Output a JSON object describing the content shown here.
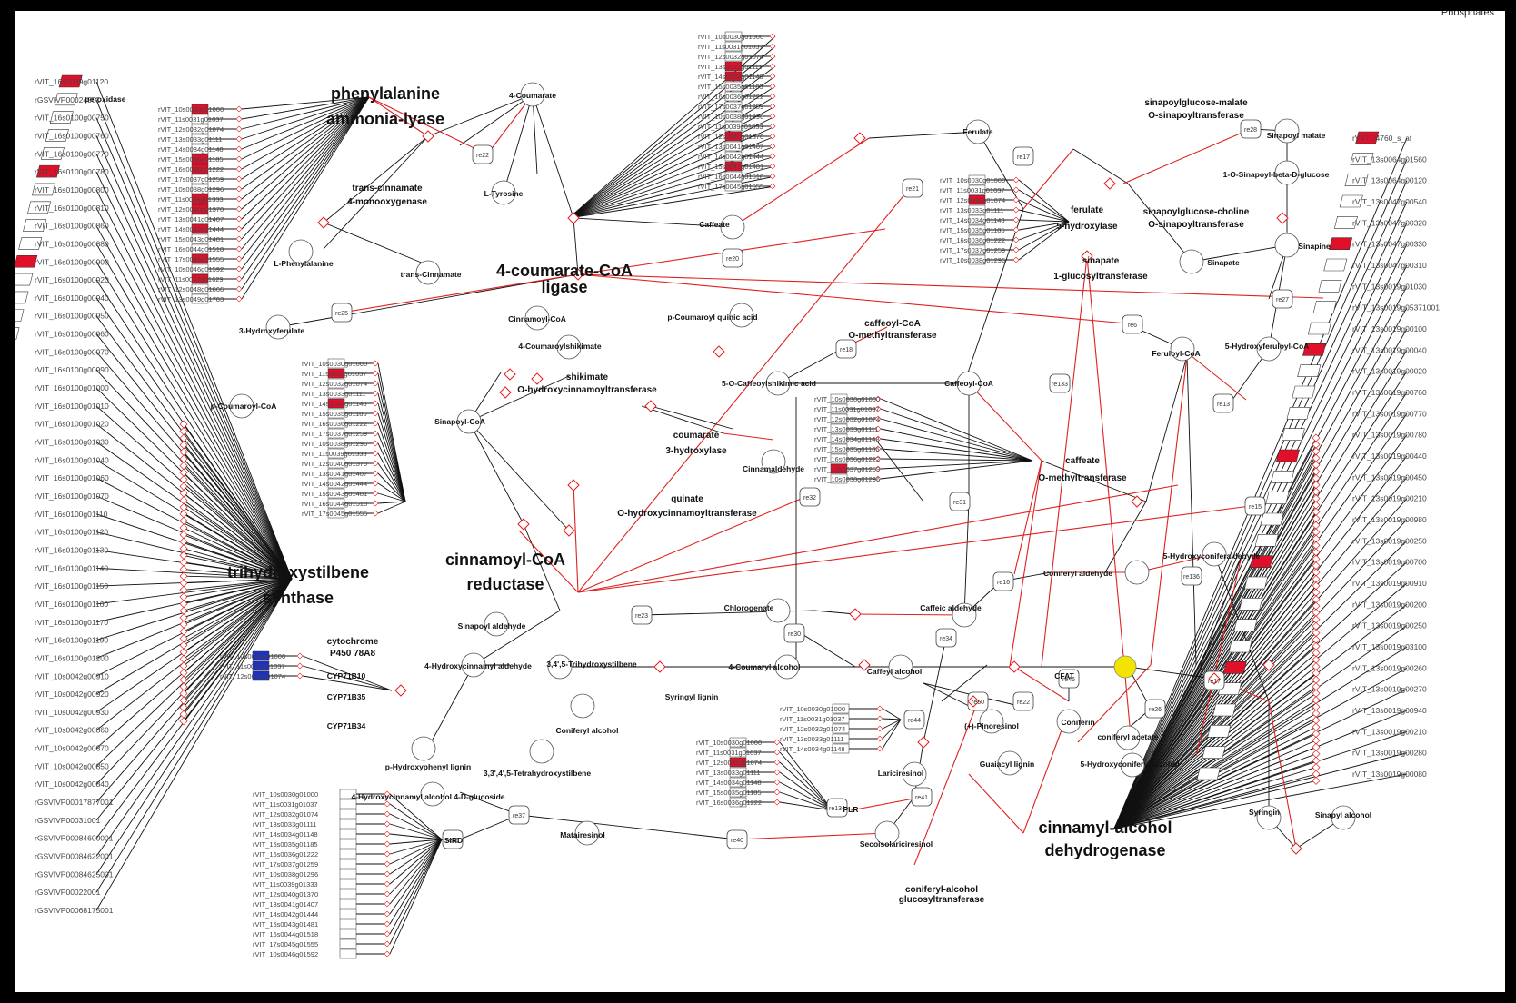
{
  "corner_text": "Phosphates",
  "colors": {
    "edge_black": "#111111",
    "edge_red": "#e02020",
    "gene_up": "#e0102a",
    "gene_down": "#1c2fc9",
    "highlight": "#f2e400"
  },
  "enzymes_large": [
    {
      "id": "pal",
      "lines": [
        "phenylalanine",
        "ammonia-lyase"
      ]
    },
    {
      "id": "4cl",
      "lines": [
        "4-coumarate-CoA",
        "ligase"
      ]
    },
    {
      "id": "sts",
      "lines": [
        "trihydroxystilbene",
        "synthase"
      ]
    },
    {
      "id": "ccr",
      "lines": [
        "cinnamoyl-CoA",
        "reductase"
      ]
    },
    {
      "id": "cad",
      "lines": [
        "cinnamyl-alcohol",
        "dehydrogenase"
      ]
    }
  ],
  "enzymes_medium": [
    {
      "id": "c4h",
      "lines": [
        "trans-cinnamate",
        "4-monooxygenase"
      ]
    },
    {
      "id": "hct",
      "lines": [
        "shikimate",
        "O-hydroxycinnamoyltransferase"
      ]
    },
    {
      "id": "c3h",
      "lines": [
        "coumarate",
        "3-hydroxylase"
      ]
    },
    {
      "id": "hqt",
      "lines": [
        "quinate",
        "O-hydroxycinnamoyltransferase"
      ]
    },
    {
      "id": "comt",
      "lines": [
        "caffeate",
        "O-methyltransferase"
      ]
    },
    {
      "id": "ccoaomt",
      "lines": [
        "caffeoyl-CoA",
        "O-methyltransferase"
      ]
    },
    {
      "id": "f5h",
      "lines": [
        "ferulate",
        "5-hydroxylase"
      ]
    },
    {
      "id": "sgt",
      "lines": [
        "sinapate",
        "1-glucosyltransferase"
      ]
    },
    {
      "id": "smt",
      "lines": [
        "sinapoylglucose-malate",
        "O-sinapoyltransferase"
      ]
    },
    {
      "id": "sct",
      "lines": [
        "sinapoylglucose-choline",
        "O-sinapoyltransferase"
      ]
    },
    {
      "id": "cyp",
      "lines": [
        "cytochrome",
        "P450 78A8"
      ]
    },
    {
      "id": "cagt",
      "lines": [
        "coniferyl-alcohol",
        "glucosyltransferase"
      ]
    }
  ],
  "metabolites": [
    {
      "id": "m1",
      "label": "4-Coumarate"
    },
    {
      "id": "m2",
      "label": "L-Tyrosine"
    },
    {
      "id": "m3",
      "label": "L-Phenylalanine"
    },
    {
      "id": "m4",
      "label": "trans-Cinnamate"
    },
    {
      "id": "m5",
      "label": "Caffeate"
    },
    {
      "id": "m6",
      "label": "Ferulate"
    },
    {
      "id": "m7",
      "label": "Sinapoyl malate"
    },
    {
      "id": "m8",
      "label": "1-O-Sinapoyl-beta-D-glucose"
    },
    {
      "id": "m9",
      "label": "Sinapine"
    },
    {
      "id": "m10",
      "label": "Sinapate"
    },
    {
      "id": "m11",
      "label": "3-Hydroxyferulate"
    },
    {
      "id": "m12",
      "label": "Cinnamoyl-CoA"
    },
    {
      "id": "m13",
      "label": "4-Coumaroylshikimate"
    },
    {
      "id": "m14",
      "label": "p-Coumaroyl quinic acid"
    },
    {
      "id": "m15",
      "label": "5-O-Caffeoylshikimic acid"
    },
    {
      "id": "m16",
      "label": "Caffeoyl-CoA"
    },
    {
      "id": "m17",
      "label": "Feruloyl-CoA"
    },
    {
      "id": "m18",
      "label": "5-Hydroxyferuloyl-CoA"
    },
    {
      "id": "m19",
      "label": "Sinapoyl-CoA"
    },
    {
      "id": "m20",
      "label": "p-Coumaroyl-CoA"
    },
    {
      "id": "m21",
      "label": "Cinnamaldehyde"
    },
    {
      "id": "m22",
      "label": "Chlorogenate"
    },
    {
      "id": "m23",
      "label": "Caffeic aldehyde"
    },
    {
      "id": "m24",
      "label": "Coniferyl aldehyde"
    },
    {
      "id": "m25",
      "label": "5-Hydroxyconiferaldehyde"
    },
    {
      "id": "m26",
      "label": "Sinapoyl aldehyde"
    },
    {
      "id": "m27",
      "label": "4-Hydroxycinnamyl aldehyde"
    },
    {
      "id": "m28",
      "label": "3,4',5-Trihydroxystilbene"
    },
    {
      "id": "m29",
      "label": "4-Coumaryl alcohol"
    },
    {
      "id": "m30",
      "label": "Caffeyl alcohol"
    },
    {
      "id": "m31",
      "label": "Coniferyl alcohol"
    },
    {
      "id": "m32",
      "label": "p-Hydroxyphenyl lignin"
    },
    {
      "id": "m33",
      "label": "3,3',4',5-Tetrahydroxystilbene"
    },
    {
      "id": "m34",
      "label": "4-Hydroxycinnamyl alcohol 4-D-glucoside"
    },
    {
      "id": "m35",
      "label": "Matairesinol"
    },
    {
      "id": "m36",
      "label": "Secoisolariciresinol"
    },
    {
      "id": "m37",
      "label": "Lariciresinol"
    },
    {
      "id": "m38",
      "label": "(+)-Pinoresinol"
    },
    {
      "id": "m39",
      "label": "Guaiacyl lignin"
    },
    {
      "id": "m40",
      "label": "Coniferin"
    },
    {
      "id": "m41",
      "label": "coniferyl acetate"
    },
    {
      "id": "m42",
      "label": "5-Hydroxyconiferyl alcohol"
    },
    {
      "id": "m43",
      "label": "Syringin"
    },
    {
      "id": "m44",
      "label": "Sinapyl alcohol"
    },
    {
      "id": "m45",
      "label": "Syringyl lignin"
    },
    {
      "id": "m46",
      "label": "peroxidase"
    }
  ],
  "small_labels": [
    {
      "id": "s1",
      "label": "CYP71B10"
    },
    {
      "id": "s2",
      "label": "CYP71B35"
    },
    {
      "id": "s3",
      "label": "CYP71B34"
    },
    {
      "id": "s4",
      "label": "PLR"
    },
    {
      "id": "s5",
      "label": "SIRD"
    },
    {
      "id": "s6",
      "label": "CFAT"
    }
  ],
  "reactions": [
    "re22",
    "re17",
    "re21",
    "re20",
    "re25",
    "re18",
    "re28",
    "re27",
    "re6",
    "re13",
    "re133",
    "re15",
    "re31",
    "re32",
    "re16",
    "re136",
    "re23",
    "re30",
    "re34",
    "re26",
    "re45",
    "re134",
    "re36",
    "re37",
    "re40",
    "re41",
    "re44",
    "re50"
  ],
  "gene_labels_left": [
    "rVIT_16s0039g01120",
    "rGSVIVP00024001",
    "rVIT_16s0100g00750",
    "rVIT_16s0100g00760",
    "rVIT_16s0100g00770",
    "rVIT_16s0100g00780",
    "rVIT_16s0100g00800",
    "rVIT_16s0100g00810",
    "rVIT_16s0100g00860",
    "rVIT_16s0100g00880",
    "rVIT_16s0100g00900",
    "rVIT_16s0100g00920",
    "rVIT_16s0100g00940",
    "rVIT_16s0100g00950",
    "rVIT_16s0100g00960",
    "rVIT_16s0100g00970",
    "rVIT_16s0100g00990",
    "rVIT_16s0100g01000",
    "rVIT_16s0100g01010",
    "rVIT_16s0100g01020",
    "rVIT_16s0100g01030",
    "rVIT_16s0100g01040",
    "rVIT_16s0100g01060",
    "rVIT_16s0100g01070",
    "rVIT_16s0100g01110",
    "rVIT_16s0100g01120",
    "rVIT_16s0100g01130",
    "rVIT_16s0100g01140",
    "rVIT_16s0100g01150",
    "rVIT_16s0100g01160",
    "rVIT_16s0100g01170",
    "rVIT_16s0100g01190",
    "rVIT_16s0100g01200",
    "rVIT_10s0042g00910",
    "rVIT_10s0042g00920",
    "rVIT_10s0042g00930",
    "rVIT_10s0042g00860",
    "rVIT_10s0042g00870",
    "rVIT_10s0042g00850",
    "rVIT_10s0042g00840",
    "rGSVIVP00017877001",
    "rGSVIVP00031001",
    "rGSVIVP00084600001",
    "rGSVIVP00084622001",
    "rGSVIVP00084625001",
    "rGSVIVP00022001",
    "rGSVIVP00068175001"
  ],
  "gene_labels_right": [
    "rVVTU4760_s_at",
    "rVIT_13s0064g01560",
    "rVIT_13s0064g00120",
    "rVIT_13s0047g00540",
    "rVIT_13s0047g00320",
    "rVIT_13s0047g00330",
    "rVIT_13s0047g00310",
    "rVIT_13s0019g01030",
    "rVIT_13s0019g05371001",
    "rVIT_13s0019g00100",
    "rVIT_13s0019g00040",
    "rVIT_13s0019g00020",
    "rVIT_13s0019g00760",
    "rVIT_13s0019g00770",
    "rVIT_13s0019g00780",
    "rVIT_13s0019g00440",
    "rVIT_13s0019g00450",
    "rVIT_13s0019g00210",
    "rVIT_13s0019g00980",
    "rVIT_13s0019g00250",
    "rVIT_13s0019g00700",
    "rVIT_13s0019g00910",
    "rVIT_13s0019g00200",
    "rVIT_13s0019g00250",
    "rVIT_13s0019g03100",
    "rVIT_13s0019g00260",
    "rVIT_13s0019g00270",
    "rVIT_13s0019g00940",
    "rVIT_13s0019g00210",
    "rVIT_13s0019g00280",
    "rVIT_13s0019g00080"
  ]
}
